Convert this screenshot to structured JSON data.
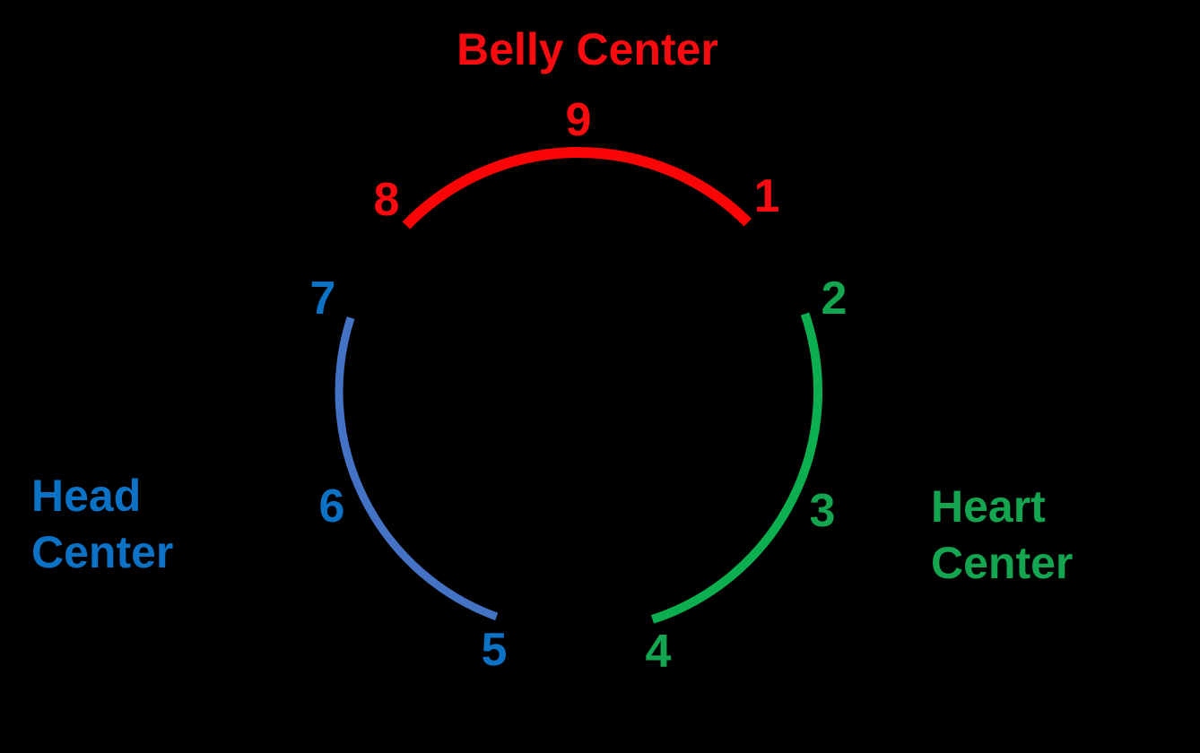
{
  "canvas": {
    "background": "#000000"
  },
  "labels": {
    "belly": "Belly Center",
    "heart": "Heart Center",
    "head": "Head Center"
  },
  "colors": {
    "belly_text": "#FB0B0F",
    "belly_arc": "#FA0505",
    "heart_text": "#14A551",
    "heart_arc": "#0CAF50",
    "head_text": "#0C72C6",
    "head_arc": "#4472C4"
  },
  "numbers": [
    {
      "value": "1",
      "center": "belly",
      "angle_deg": -46
    },
    {
      "value": "2",
      "center": "heart",
      "angle_deg": -20
    },
    {
      "value": "3",
      "center": "heart",
      "angle_deg": 26
    },
    {
      "value": "4",
      "center": "heart",
      "angle_deg": 73
    },
    {
      "value": "5",
      "center": "head",
      "angle_deg": 108
    },
    {
      "value": "6",
      "center": "head",
      "angle_deg": 155
    },
    {
      "value": "7",
      "center": "head",
      "angle_deg": 200
    },
    {
      "value": "8",
      "center": "belly",
      "angle_deg": -135
    },
    {
      "value": "9",
      "center": "belly",
      "angle_deg": -90
    }
  ],
  "arcs": [
    {
      "center": "belly",
      "start_deg": -136,
      "end_deg": -45
    },
    {
      "center": "heart",
      "start_deg": -19,
      "end_deg": 72
    },
    {
      "center": "head",
      "start_deg": 110,
      "end_deg": 198
    }
  ]
}
